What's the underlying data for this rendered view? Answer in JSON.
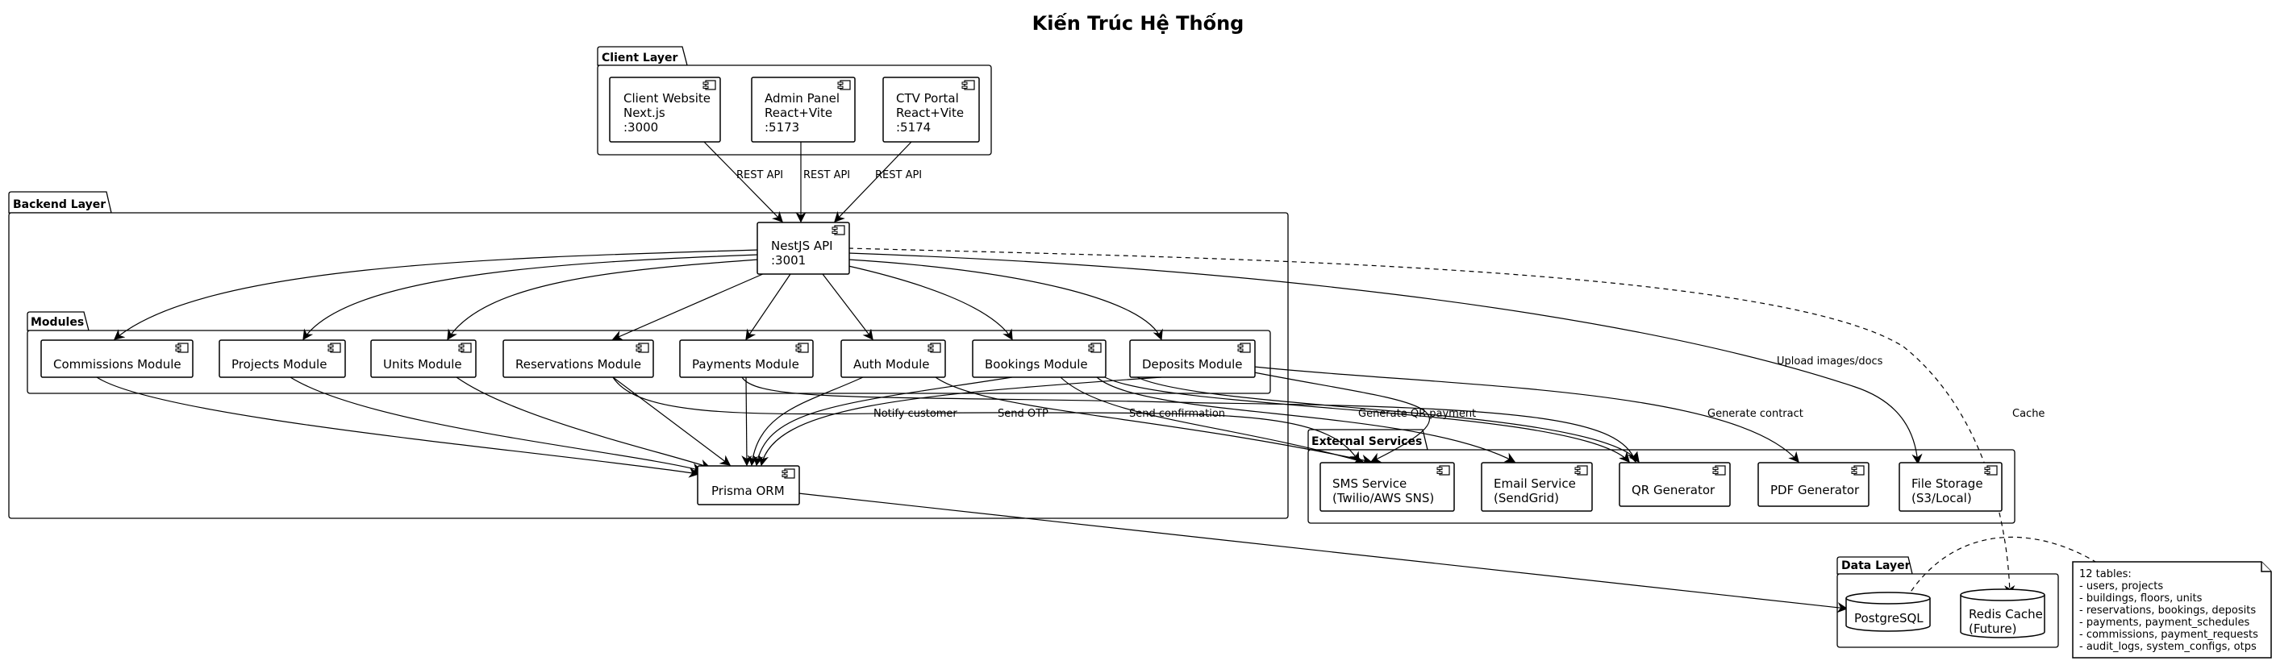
{
  "title": "Kiến Trúc Hệ Thống",
  "packages": {
    "client": "Client Layer",
    "backend": "Backend Layer",
    "modules": "Modules",
    "external": "External Services",
    "data": "Data Layer"
  },
  "components": {
    "client_website": [
      "Client Website",
      "Next.js",
      ":3000"
    ],
    "admin_panel": [
      "Admin Panel",
      "React+Vite",
      ":5173"
    ],
    "ctv_portal": [
      "CTV Portal",
      "React+Vite",
      ":5174"
    ],
    "nestjs_api": [
      "NestJS API",
      ":3001"
    ],
    "commissions": [
      "Commissions Module"
    ],
    "projects": [
      "Projects Module"
    ],
    "units": [
      "Units Module"
    ],
    "reservations": [
      "Reservations Module"
    ],
    "payments": [
      "Payments Module"
    ],
    "auth": [
      "Auth Module"
    ],
    "bookings": [
      "Bookings Module"
    ],
    "deposits": [
      "Deposits Module"
    ],
    "prisma": [
      "Prisma ORM"
    ],
    "sms": [
      "SMS Service",
      "(Twilio/AWS SNS)"
    ],
    "email": [
      "Email Service",
      "(SendGrid)"
    ],
    "qr": [
      "QR Generator"
    ],
    "pdf": [
      "PDF Generator"
    ],
    "file_storage": [
      "File Storage",
      "(S3/Local)"
    ],
    "postgres": [
      "PostgreSQL"
    ],
    "redis": [
      "Redis Cache",
      "(Future)"
    ]
  },
  "edge_labels": {
    "rest_api_1": "REST API",
    "rest_api_2": "REST API",
    "rest_api_3": "REST API",
    "upload": "Upload images/docs",
    "cache": "Cache",
    "notify": "Notify customer",
    "send_otp": "Send OTP",
    "send_confirmation": "Send confirmation",
    "generate_qr": "Generate QR payment",
    "generate_contract": "Generate contract"
  },
  "note": [
    "12 tables:",
    "- users, projects",
    "- buildings, floors, units",
    "- reservations, bookings, deposits",
    "- payments, payment_schedules",
    "- commissions, payment_requests",
    "- audit_logs, system_configs, otps"
  ],
  "icons": {
    "component": "component-icon",
    "database": "database-cylinder-icon",
    "note": "note-folded-corner-icon"
  }
}
